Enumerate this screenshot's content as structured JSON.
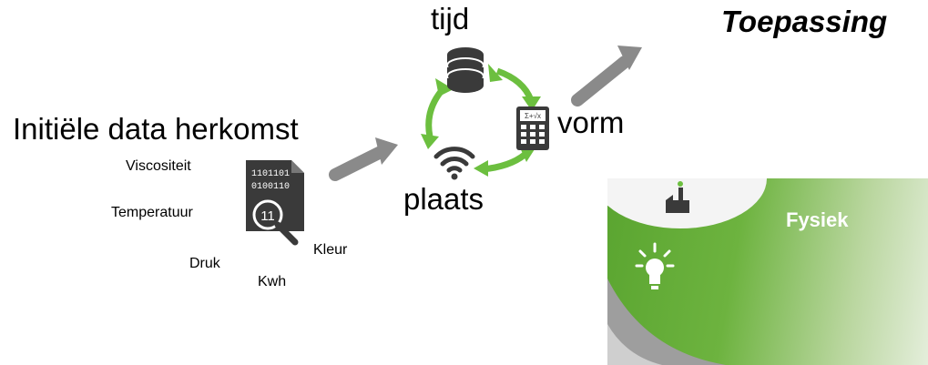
{
  "labels": {
    "tijd": "tijd",
    "toepassing": "Toepassing",
    "initiele": "Initiële data herkomst",
    "vorm": "vorm",
    "plaats": "plaats",
    "viscositeit": "Viscositeit",
    "temperatuur": "Temperatuur",
    "druk": "Druk",
    "kleur": "Kleur",
    "kwh": "Kwh"
  },
  "binary_icon": {
    "line1": "1101101",
    "line2": "0100110",
    "badge": "11"
  },
  "calculator_icon": {
    "screen": "Σ+√x"
  },
  "panel": {
    "label": "Fysiek"
  },
  "colors": {
    "green_arrow": "#6cbf3f",
    "gray_arrow": "#8a8a8a",
    "icon_dark": "#3a3a3a",
    "panel_green": "#6db33f",
    "panel_orange": "#e87722"
  }
}
